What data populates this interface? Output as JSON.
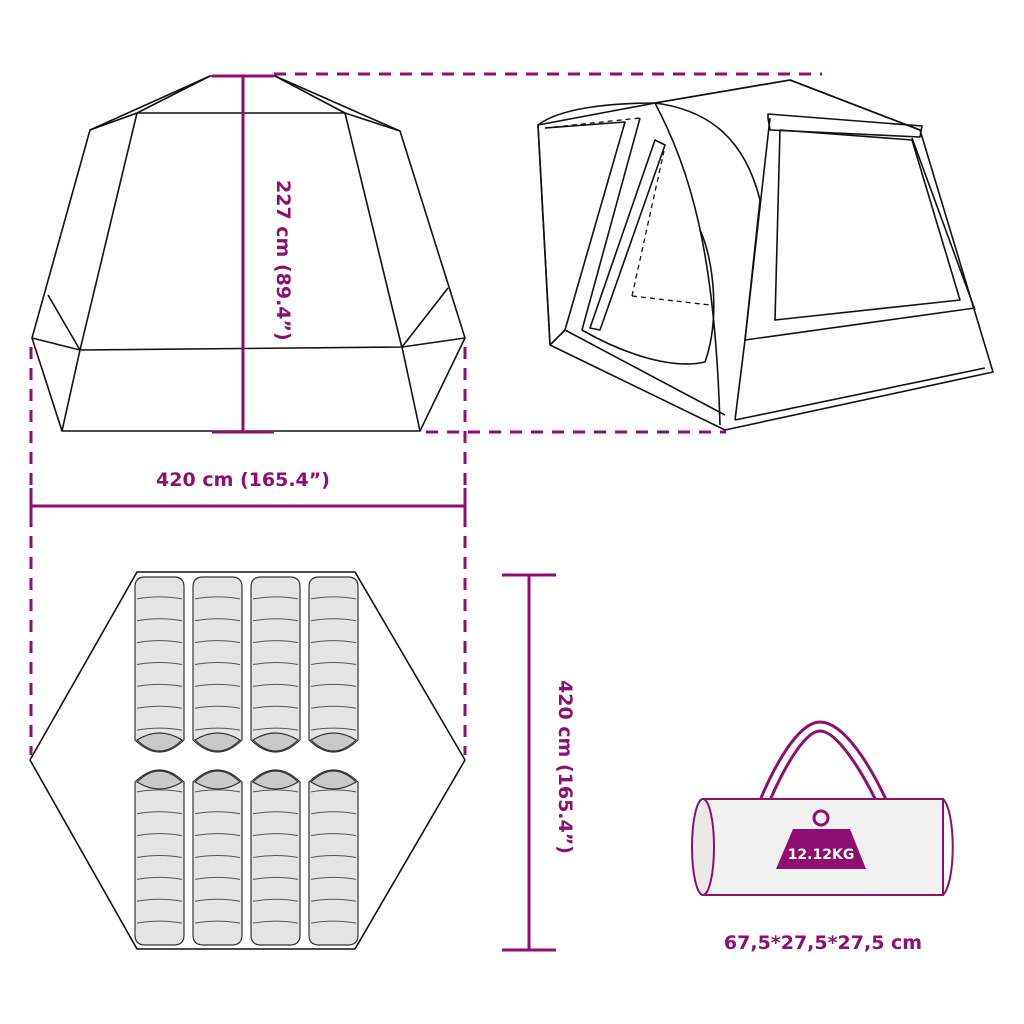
{
  "accent": "#8e0f70",
  "dimensions": {
    "height_label": "227 cm (89.4”)",
    "width_label": "420 cm (165.4”)",
    "depth_label": "420 cm (165.4”)",
    "package_size_label": "67,5*27,5*27,5 cm",
    "weight_label": "12.12KG"
  },
  "floor_plan": {
    "sleeping_bags_per_row": 4,
    "rows": 2
  }
}
